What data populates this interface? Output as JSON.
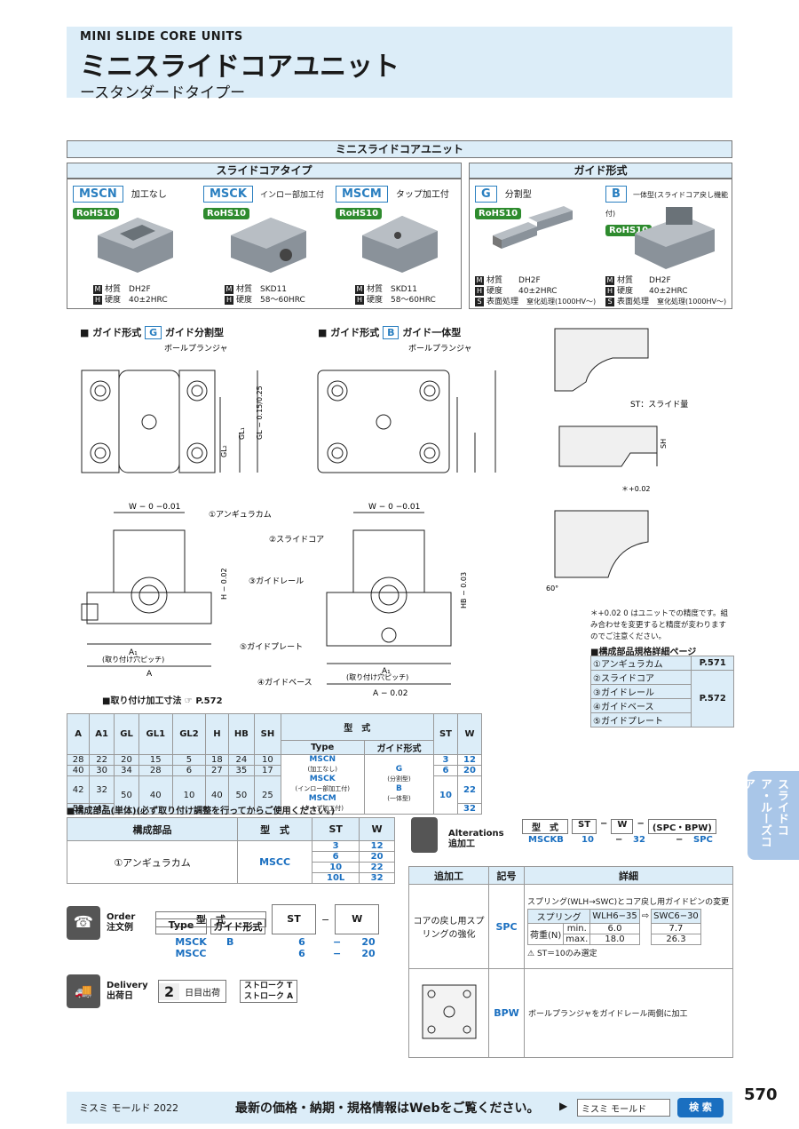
{
  "header": {
    "en_title": "MINI SLIDE CORE UNITS",
    "jp_title": "ミニスライドコアユニット",
    "subtitle": "ースタンダードタイプー"
  },
  "top_box": {
    "title": "ミニスライドコアユニット",
    "slide_core_type": "スライドコアタイプ",
    "guide_type": "ガイド形式"
  },
  "products": [
    {
      "code": "MSCN",
      "desc": "加工なし",
      "rohs": "RoHS10",
      "m_label": "材質",
      "m_val": "DH2F",
      "h_label": "硬度",
      "h_val": "40±2HRC"
    },
    {
      "code": "MSCK",
      "desc": "インロー部加工付",
      "rohs": "RoHS10",
      "m_label": "材質",
      "m_val": "SKD11",
      "h_label": "硬度",
      "h_val": "58〜60HRC"
    },
    {
      "code": "MSCM",
      "desc": "タップ加工付",
      "rohs": "RoHS10",
      "m_label": "材質",
      "m_val": "SKD11",
      "h_label": "硬度",
      "h_val": "58〜60HRC"
    }
  ],
  "guides": [
    {
      "code": "G",
      "desc": "分割型",
      "rohs": "RoHS10",
      "m_val": "DH2F",
      "h_val": "40±2HRC",
      "s_label": "表面処理",
      "s_val": "窒化処理(1000HV〜)"
    },
    {
      "code": "B",
      "desc": "一体型(スライドコア戻し機能付)",
      "rohs": "RoHS10",
      "m_val": "DH2F",
      "h_val": "40±2HRC",
      "s_label": "表面処理",
      "s_val": "窒化処理(1000HV〜)"
    }
  ],
  "drawings": {
    "g_title": "ガイド形式",
    "g_code": "G",
    "g_desc": "ガイド分割型",
    "b_title": "ガイド形式",
    "b_code": "B",
    "b_desc": "ガイド一体型",
    "ball_plunger": "ボールプランジャ",
    "st_label": "ST：スライド量",
    "parts_labels": [
      "①アンギュラカム",
      "②スライドコア",
      "③ガイドレール",
      "⑤ガイドプレート",
      "④ガイドベース"
    ],
    "pitch": "(取り付け穴ピッチ)",
    "mount_ref": "■取り付け加工寸法",
    "mount_page": "P.572",
    "note": "＊+0.02 0 はユニットでの精度です。組み合わせを変更すると精度が変わりますのでご注意ください。",
    "angle": "60°"
  },
  "spec_ref": {
    "title": "■構成部品規格詳細ページ",
    "rows": [
      [
        "①アンギュラカム",
        "P.571"
      ],
      [
        "②スライドコア",
        ""
      ],
      [
        "③ガイドレール",
        ""
      ],
      [
        "④ガイドベース",
        "P.572"
      ],
      [
        "⑤ガイドプレート",
        ""
      ]
    ]
  },
  "main_table": {
    "headers": [
      "A",
      "A1",
      "GL",
      "GL1",
      "GL2",
      "H",
      "HB",
      "SH",
      "型　式",
      "ST",
      "W"
    ],
    "type_headers": [
      "Type",
      "ガイド形式"
    ],
    "rows": [
      [
        "28",
        "22",
        "20",
        "15",
        "5",
        "18",
        "24",
        "10"
      ],
      [
        "40",
        "30",
        "34",
        "28",
        "6",
        "27",
        "35",
        "17"
      ],
      [
        "42",
        "32",
        "50",
        "40",
        "10",
        "40",
        "50",
        "25"
      ],
      [
        "52",
        "42",
        "",
        "",
        "",
        "",
        "",
        ""
      ]
    ],
    "types": [
      "MSCN",
      "(加工なし)",
      "MSCK",
      "(インロー部加工付)",
      "MSCM",
      "(タップ加工付)"
    ],
    "guide": [
      "G",
      "(分割型)",
      "B",
      "(一体型)"
    ],
    "st": [
      "3",
      "6",
      "10"
    ],
    "w": [
      "12",
      "20",
      "22",
      "32"
    ]
  },
  "parts_table": {
    "title": "■構成部品(単体)(必ず取り付け調整を行ってからご使用ください。)",
    "headers": [
      "構成部品",
      "型　式",
      "ST",
      "W"
    ],
    "part": "①アンギュラカム",
    "code": "MSCC",
    "st": [
      "3",
      "6",
      "10",
      "10L"
    ],
    "w": [
      "12",
      "20",
      "22",
      "32"
    ]
  },
  "order": {
    "label_en": "Order",
    "label_jp": "注文例",
    "h1": "型　式",
    "h2": "ST",
    "h3": "W",
    "type": "Type",
    "guide": "ガイド形式",
    "rows": [
      [
        "MSCK",
        "B",
        "6",
        "20"
      ],
      [
        "MSCC",
        "",
        "6",
        "20"
      ]
    ]
  },
  "delivery": {
    "label_en": "Delivery",
    "label_jp": "出荷日",
    "days": "2",
    "days_label": "日目出荷",
    "stroke_t": "ストローク T",
    "stroke_a": "ストローク A"
  },
  "alterations": {
    "label_en": "Alterations",
    "label_jp": "追加工",
    "h1": "型　式",
    "h2": "ST",
    "h3": "W",
    "h4": "(SPC・BPW)",
    "ex": [
      "MSCKB",
      "10",
      "32",
      "SPC"
    ],
    "headers": [
      "追加工",
      "記号",
      "詳細"
    ],
    "spc_name": "コアの戻し用スプリングの強化",
    "spc_code": "SPC",
    "spc_desc": "スプリング(WLH→SWC)とコア戻し用ガイドピンの変更",
    "spc_table": {
      "h": [
        "スプリング",
        "WLH6−35",
        "SWC6−30"
      ],
      "load": "荷重(N)",
      "min": "min.",
      "max": "max.",
      "r1": [
        "6.0",
        "7.7"
      ],
      "r2": [
        "18.0",
        "26.3"
      ]
    },
    "spc_note": "ST＝10のみ選定",
    "bpw_code": "BPW",
    "bpw_desc": "ボールプランジャをガイドレール両側に加工"
  },
  "side_tab": "スライドコア・ルーズコア",
  "page_number": "570",
  "footer": {
    "brand": "ミスミ モールド 2022",
    "message": "最新の価格・納期・規格情報はWebをご覧ください。",
    "search_text": "ミスミ モールド",
    "search_btn": "検 索"
  }
}
